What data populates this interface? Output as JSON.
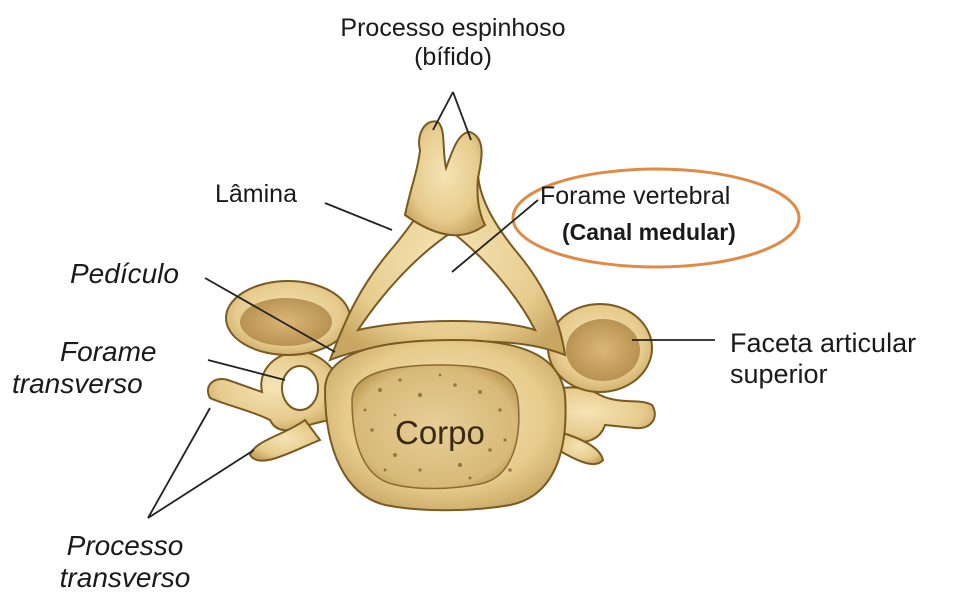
{
  "labels": {
    "spinous_line1": "Processo espinhoso",
    "spinous_line2": "(bífido)",
    "lamina": "Lâmina",
    "foramen_vertebral": "Forame vertebral",
    "canal_medular": "(Canal medular)",
    "pediculo": "Pedículo",
    "forame_transverso_line1": "Forame",
    "forame_transverso_line2": "transverso",
    "faceta_line1": "Faceta articular",
    "faceta_line2": "superior",
    "corpo": "Corpo",
    "processo_transverso_line1": "Processo",
    "processo_transverso_line2": "transverso"
  },
  "colors": {
    "bone": "#ead29a",
    "bone_shadow": "#b7954e",
    "outline": "#7a5a22",
    "highlight_ellipse": "#e08a45",
    "pointer_lines": "#222222"
  }
}
